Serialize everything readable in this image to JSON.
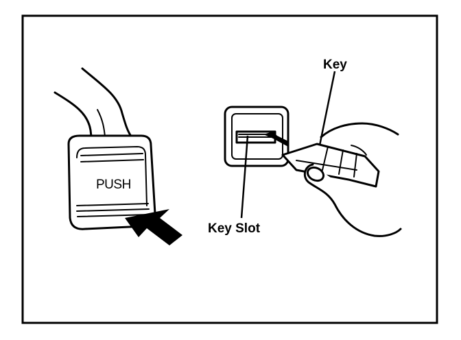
{
  "labels": {
    "pedal": "PUSH",
    "key": "Key",
    "key_slot": "Key Slot"
  }
}
